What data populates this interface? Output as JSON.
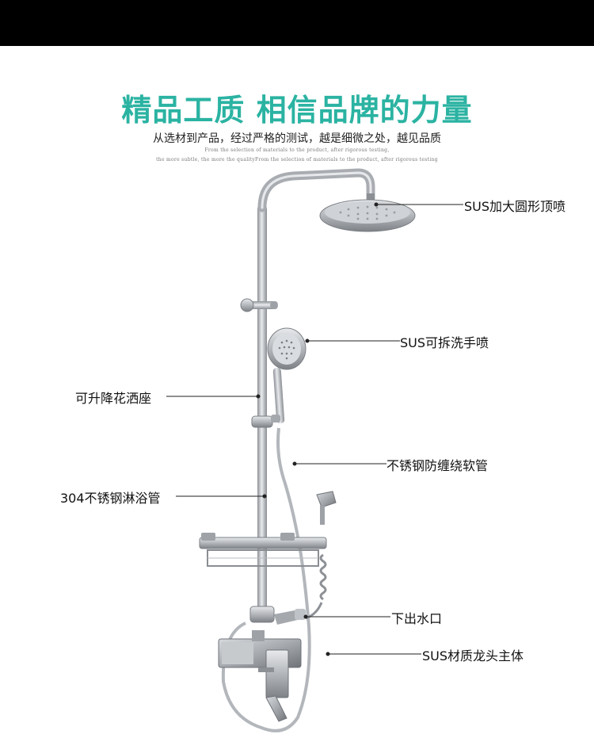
{
  "header": {
    "headline": "精品工质 相信品牌的力量",
    "subtitle": "从选材到产品，经过严格的测试，越是细微之处，越见品质",
    "english_line_1": "From the selection of materials to the product, after rigorous testing,",
    "english_line_2": "the more subtle, the more the qualityFrom the selection of materials to the product, after rigorous testing"
  },
  "labels": {
    "top_shower": "SUS加大圆形顶喷",
    "hand_shower": "SUS可拆洗手喷",
    "lift_seat": "可升降花洒座",
    "hose": "不锈钢防缠绕软管",
    "pipe": "304不锈钢淋浴管",
    "outlet": "下出水口",
    "faucet_body": "SUS材质龙头主体"
  },
  "colors": {
    "headline": "#2bb3a2",
    "top_band": "#000000",
    "steel": "#b9bcc0"
  }
}
